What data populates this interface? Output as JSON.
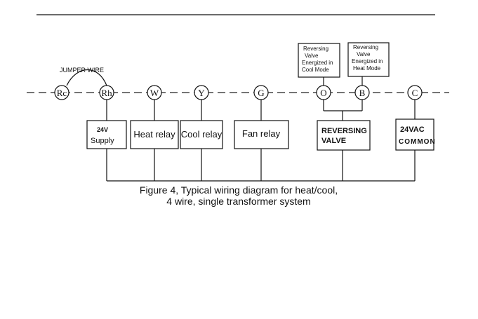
{
  "header_rule": true,
  "jumper": {
    "label": "JUMPER WIRE"
  },
  "terminals": [
    {
      "id": "rc",
      "label": "Rc"
    },
    {
      "id": "rh",
      "label": "Rh"
    },
    {
      "id": "w",
      "label": "W"
    },
    {
      "id": "y",
      "label": "Y"
    },
    {
      "id": "g",
      "label": "G"
    },
    {
      "id": "o",
      "label": "O"
    },
    {
      "id": "b",
      "label": "B"
    },
    {
      "id": "c",
      "label": "C"
    }
  ],
  "devices": {
    "supply": {
      "line1": "24V",
      "line2": "Supply"
    },
    "heat": {
      "label": "Heat relay"
    },
    "cool": {
      "label": "Cool relay"
    },
    "fan": {
      "label": "Fan relay"
    },
    "reversing": {
      "line1": "REVERSING",
      "line2": "VALVE"
    },
    "common": {
      "line1": "24VAC",
      "line2": "COMMON"
    }
  },
  "notes": {
    "cool_mode": {
      "line1": "Reversing",
      "line2": "Valve",
      "line3": "Energized in",
      "line4": "Cool Mode"
    },
    "heat_mode": {
      "line1": "Reversing",
      "line2": "Valve",
      "line3": "Energized in",
      "line4": "Heat  Mode"
    }
  },
  "caption": {
    "line1": "Figure 4, Typical wiring diagram for heat/cool,",
    "line2": "4 wire, single transformer system"
  }
}
